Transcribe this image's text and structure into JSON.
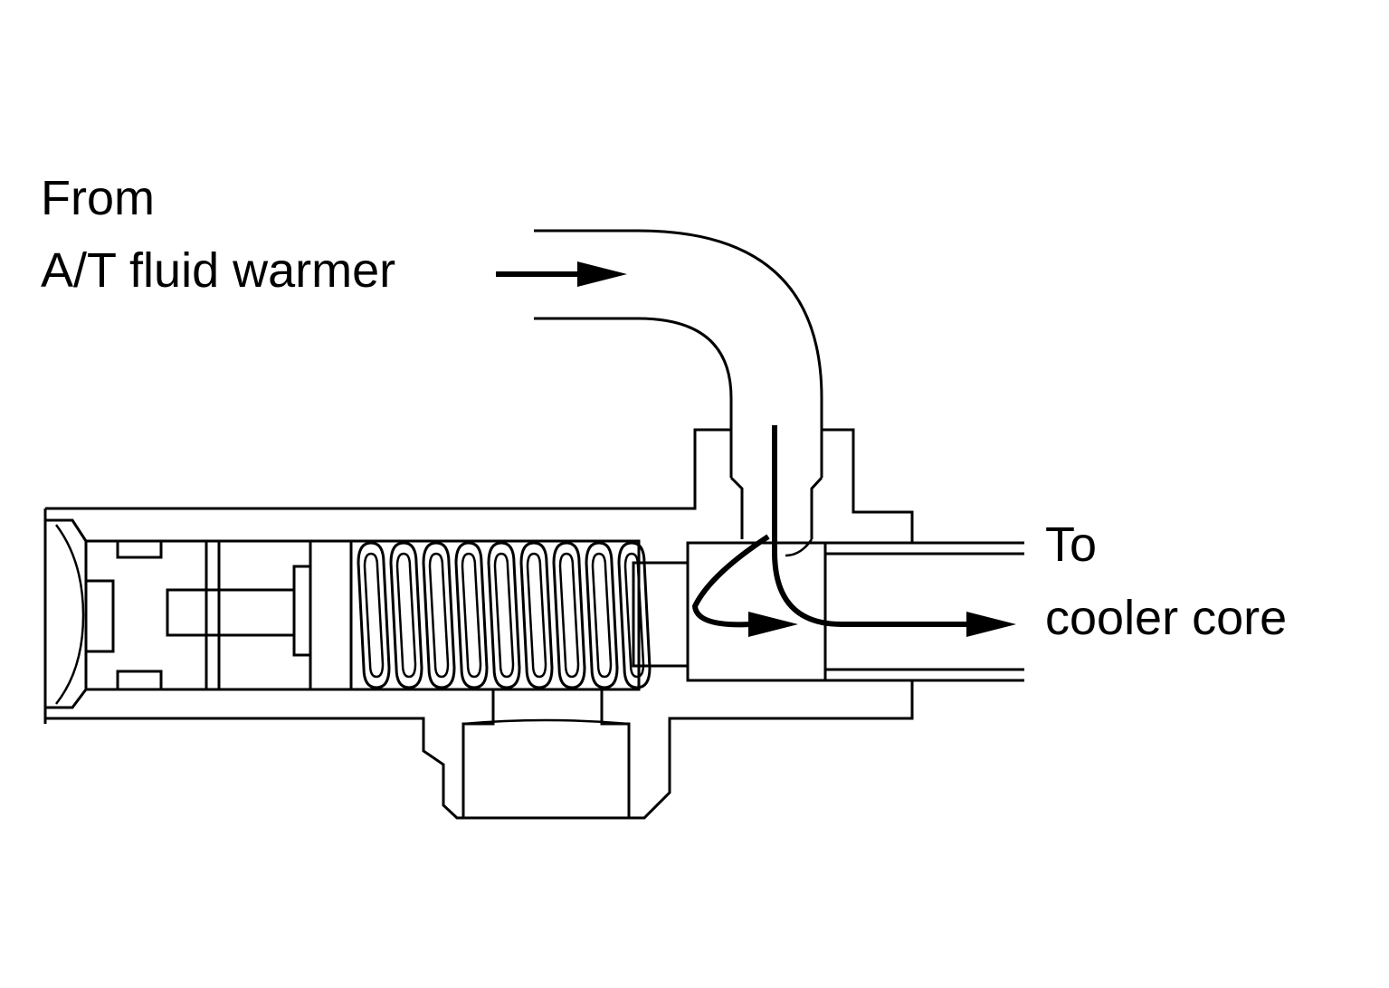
{
  "labels": {
    "inlet_line1": "From",
    "inlet_line2": "A/T fluid warmer",
    "outlet_line1": "To",
    "outlet_line2": "cooler core"
  },
  "colors": {
    "line": "#000000",
    "background": "#ffffff"
  }
}
